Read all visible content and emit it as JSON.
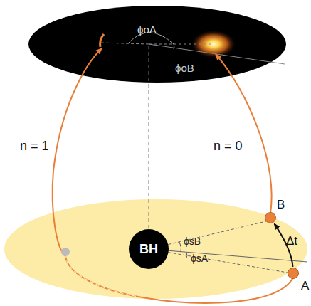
{
  "diagram": {
    "nodes": [
      {
        "text": [
          "BH"
        ]
      },
      {
        "text": [
          "A"
        ]
      },
      {
        "text": [
          "B"
        ]
      }
    ],
    "edges": [
      {
        "from": 1,
        "to": 2,
        "arrow": "to",
        "label": "Δt"
      }
    ],
    "labels": [
      "ϕoA",
      "ϕoB",
      "n = 1",
      "n = 0",
      "ϕsB",
      "ϕsA"
    ]
  }
}
